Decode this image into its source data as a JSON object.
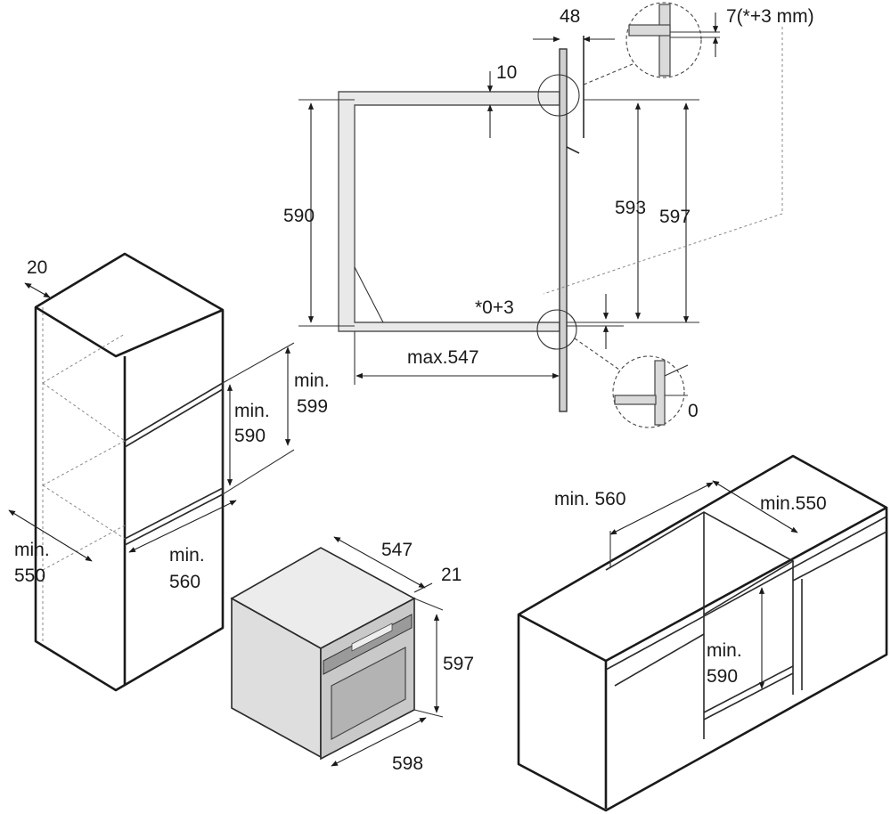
{
  "labels": {
    "dim_48": "48",
    "dim_7": "7(*+3 mm)",
    "dim_10": "10",
    "dim_590_side": "590",
    "dim_593": "593",
    "dim_597_side": "597",
    "dim_0_3": "*0+3",
    "dim_max547": "max.547",
    "dim_0": "0",
    "col_20": "20",
    "col_min599_a": "min.",
    "col_min599_b": "599",
    "col_min590_a": "min.",
    "col_min590_b": "590",
    "col_min550_a": "min.",
    "col_min550_b": "550",
    "col_min560_a": "min.",
    "col_min560_b": "560",
    "oven_547": "547",
    "oven_21": "21",
    "oven_597": "597",
    "oven_598": "598",
    "base_min560": "min. 560",
    "base_min550": "min.550",
    "base_min590_a": "min.",
    "base_min590_b": "590"
  }
}
